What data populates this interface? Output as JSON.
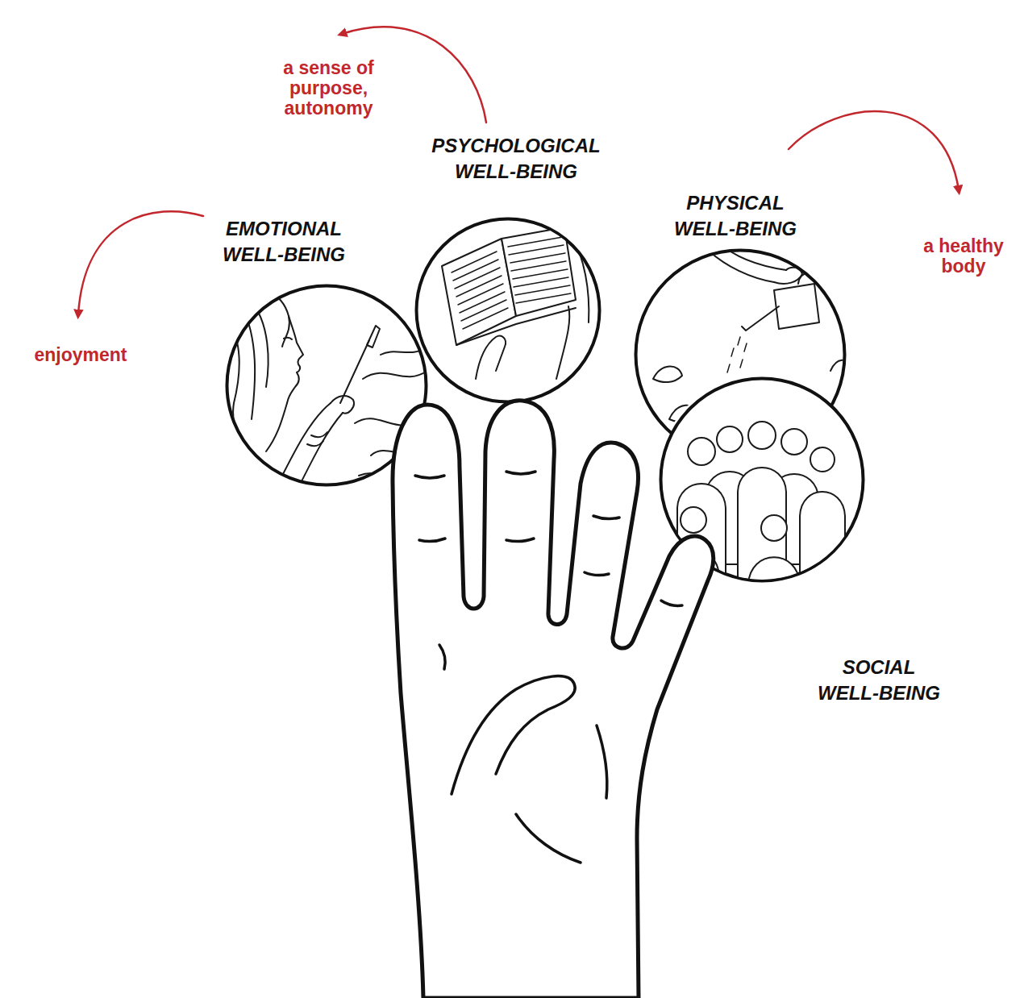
{
  "diagram": {
    "nodes": [
      {
        "text": [
          "EMOTIONAL WELL-BEING"
        ]
      },
      {
        "text": [
          "PSYCHOLOGICAL WELL-BEING"
        ]
      },
      {
        "text": [
          "PHYSICAL WELL-BEING"
        ]
      },
      {
        "text": [
          "SOCIAL WELL-BEING"
        ]
      }
    ],
    "labels": [
      "a sense of purpose, autonomy",
      "a healthy body",
      "enjoyment"
    ]
  }
}
